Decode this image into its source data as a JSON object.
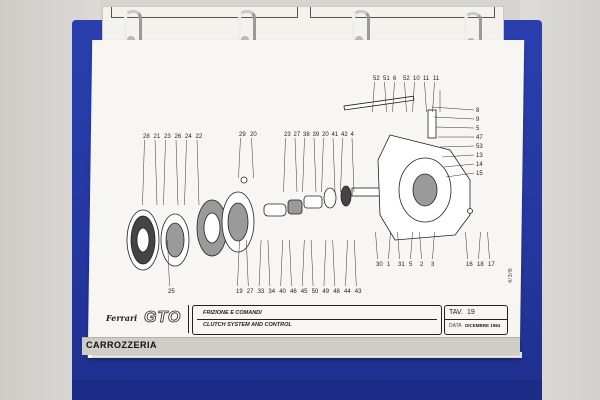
{
  "sheet": {
    "brand": "Ferrari",
    "model": "GTO",
    "description_it": "FRIZIONE E COMANDI",
    "description_en": "CLUTCH SYSTEM AND CONTROL",
    "tav_label": "TAV.",
    "tav_number": "19",
    "data_label": "DATA",
    "data_value": "DICEMBRE 1984",
    "side_code": "4/3/B",
    "section": "CARROZZERIA"
  },
  "callouts": {
    "top_right": [
      "52",
      "51",
      "6",
      "52",
      "10",
      "11",
      "11"
    ],
    "right_side": [
      "8",
      "9",
      "5",
      "47",
      "53",
      "13",
      "14",
      "15"
    ],
    "top_left": [
      "28",
      "21",
      "23",
      "26",
      "24",
      "22"
    ],
    "top_mid": [
      "29",
      "20"
    ],
    "top_center": [
      "23",
      "27",
      "38",
      "39",
      "20",
      "41",
      "42",
      "4"
    ],
    "bottom": [
      "25",
      "19",
      "27",
      "33",
      "34",
      "40",
      "46",
      "45",
      "50",
      "49",
      "48",
      "44",
      "43"
    ],
    "bottom_right": [
      "30",
      "1",
      "31",
      "5",
      "2",
      "3",
      "16",
      "18",
      "17"
    ]
  }
}
